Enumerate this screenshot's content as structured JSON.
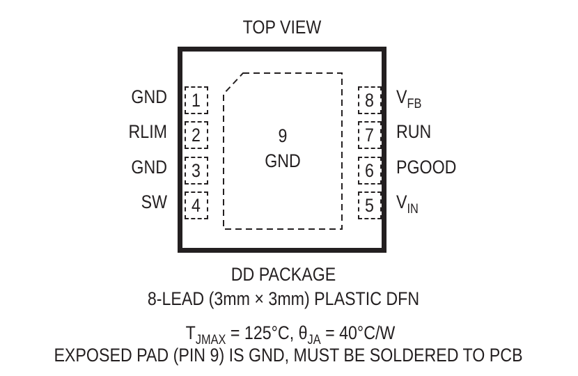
{
  "title": "TOP VIEW",
  "exposed_pad": {
    "number": "9",
    "name": "GND"
  },
  "left_pins": [
    {
      "number": "1",
      "name": "GND"
    },
    {
      "number": "2",
      "name": "RLIM"
    },
    {
      "number": "3",
      "name": "GND"
    },
    {
      "number": "4",
      "name": "SW"
    }
  ],
  "right_pins": [
    {
      "number": "8",
      "name": "V",
      "sub": "FB"
    },
    {
      "number": "7",
      "name": "RUN",
      "sub": ""
    },
    {
      "number": "6",
      "name": "PGOOD",
      "sub": ""
    },
    {
      "number": "5",
      "name": "V",
      "sub": "IN"
    }
  ],
  "package": {
    "line1": "DD PACKAGE",
    "line2": "8-LEAD (3mm × 3mm) PLASTIC DFN"
  },
  "thermal": {
    "tj_symbol": "T",
    "tj_sub": "JMAX",
    "tj_value": " = 125°C, ",
    "theta_symbol": "θ",
    "theta_sub": "JA",
    "theta_value": " = 40°C/W"
  },
  "note": "EXPOSED PAD (PIN 9) IS GND, MUST BE SOLDERED TO PCB"
}
